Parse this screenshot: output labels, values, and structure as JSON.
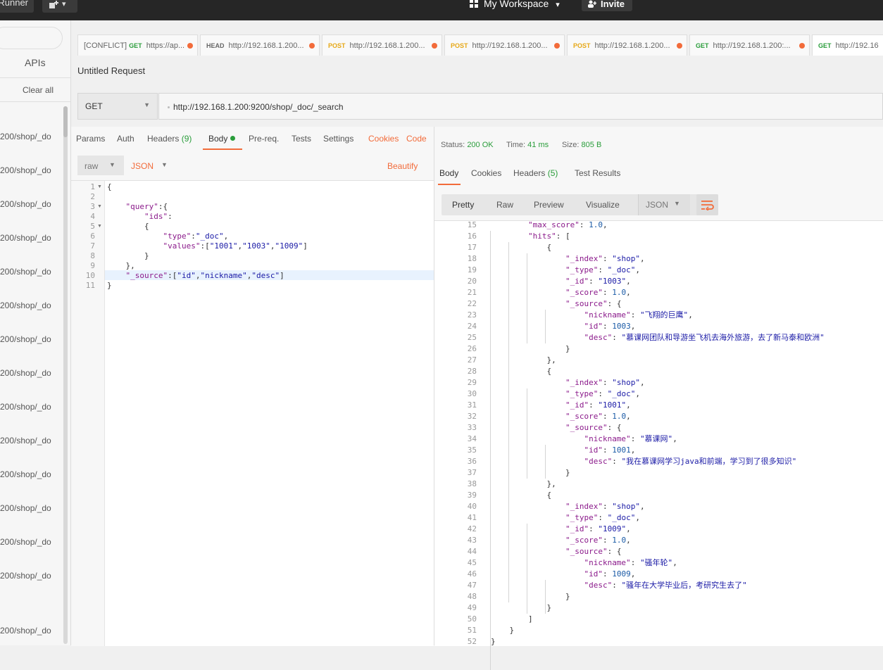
{
  "topbar": {
    "runner": "Runner",
    "new_caret": "▾",
    "workspace": "My Workspace",
    "workspace_caret": "▾",
    "invite": "Invite"
  },
  "sidebar": {
    "apis": "APIs",
    "clear_all": "Clear all",
    "history": [
      "200/shop/_do",
      "200/shop/_do",
      "200/shop/_do",
      "200/shop/_do",
      "200/shop/_do",
      "200/shop/_do",
      "200/shop/_do",
      "200/shop/_do",
      "200/shop/_do",
      "200/shop/_do",
      "200/shop/_do",
      "200/shop/_do",
      "200/shop/_do",
      "200/shop/_do",
      "200/shop/_do"
    ]
  },
  "tabs": [
    {
      "prefix": "[CONFLICT]",
      "method": "GET",
      "url": "https://ap...",
      "method_color": "#2a9d3b"
    },
    {
      "method": "HEAD",
      "url": "http://192.168.1.200...",
      "method_color": "#666666"
    },
    {
      "method": "POST",
      "url": "http://192.168.1.200...",
      "method_color": "#e6a817"
    },
    {
      "method": "POST",
      "url": "http://192.168.1.200...",
      "method_color": "#e6a817"
    },
    {
      "method": "POST",
      "url": "http://192.168.1.200...",
      "method_color": "#e6a817"
    },
    {
      "method": "GET",
      "url": "http://192.168.1.200:...",
      "method_color": "#2a9d3b"
    },
    {
      "method": "GET",
      "url": "http://192.16",
      "method_color": "#2a9d3b"
    }
  ],
  "request": {
    "title": "Untitled Request",
    "method": "GET",
    "url": "http://192.168.1.200:9200/shop/_doc/_search"
  },
  "req_tabs": {
    "params": "Params",
    "auth": "Auth",
    "headers": "Headers",
    "headers_count": "(9)",
    "body": "Body",
    "prereq": "Pre-req.",
    "tests": "Tests",
    "settings": "Settings",
    "cookies": "Cookies",
    "code": "Code"
  },
  "body_opts": {
    "mode": "raw",
    "lang": "JSON",
    "beautify": "Beautify"
  },
  "request_body_lines": [
    "{",
    "",
    "    \"query\":{",
    "        \"ids\":",
    "        {",
    "            \"type\":\"_doc\",",
    "            \"values\":[\"1001\",\"1003\",\"1009\"]",
    "        }",
    "    },",
    "    \"_source\":[\"id\",\"nickname\",\"desc\"]",
    "}"
  ],
  "response": {
    "status_label": "Status:",
    "status_value": "200 OK",
    "time_label": "Time:",
    "time_value": "41 ms",
    "size_label": "Size:",
    "size_value": "805 B",
    "tabs": {
      "body": "Body",
      "cookies": "Cookies",
      "headers": "Headers",
      "headers_count": "(5)",
      "test_results": "Test Results"
    },
    "views": {
      "pretty": "Pretty",
      "raw": "Raw",
      "preview": "Preview",
      "visualize": "Visualize",
      "format": "JSON"
    },
    "first_line": 15,
    "lines": [
      "        \"max_score\": 1.0,",
      "        \"hits\": [",
      "            {",
      "                \"_index\": \"shop\",",
      "                \"_type\": \"_doc\",",
      "                \"_id\": \"1003\",",
      "                \"_score\": 1.0,",
      "                \"_source\": {",
      "                    \"nickname\": \"飞翔的巨鹰\",",
      "                    \"id\": 1003,",
      "                    \"desc\": \"慕课网团队和导游坐飞机去海外旅游，去了新马泰和欧洲\"",
      "                }",
      "            },",
      "            {",
      "                \"_index\": \"shop\",",
      "                \"_type\": \"_doc\",",
      "                \"_id\": \"1001\",",
      "                \"_score\": 1.0,",
      "                \"_source\": {",
      "                    \"nickname\": \"慕课网\",",
      "                    \"id\": 1001,",
      "                    \"desc\": \"我在慕课网学习java和前端，学习到了很多知识\"",
      "                }",
      "            },",
      "            {",
      "                \"_index\": \"shop\",",
      "                \"_type\": \"_doc\",",
      "                \"_id\": \"1009\",",
      "                \"_score\": 1.0,",
      "                \"_source\": {",
      "                    \"nickname\": \"骚年轮\",",
      "                    \"id\": 1009,",
      "                    \"desc\": \"骚年在大学毕业后，考研究生去了\"",
      "                }",
      "            }",
      "        ]",
      "    }",
      "}"
    ]
  },
  "colors": {
    "accent": "#f26b3a",
    "ok_green": "#2a9d3b",
    "key_purple": "#8b1a8b",
    "string_blue": "#1a1aa6"
  }
}
